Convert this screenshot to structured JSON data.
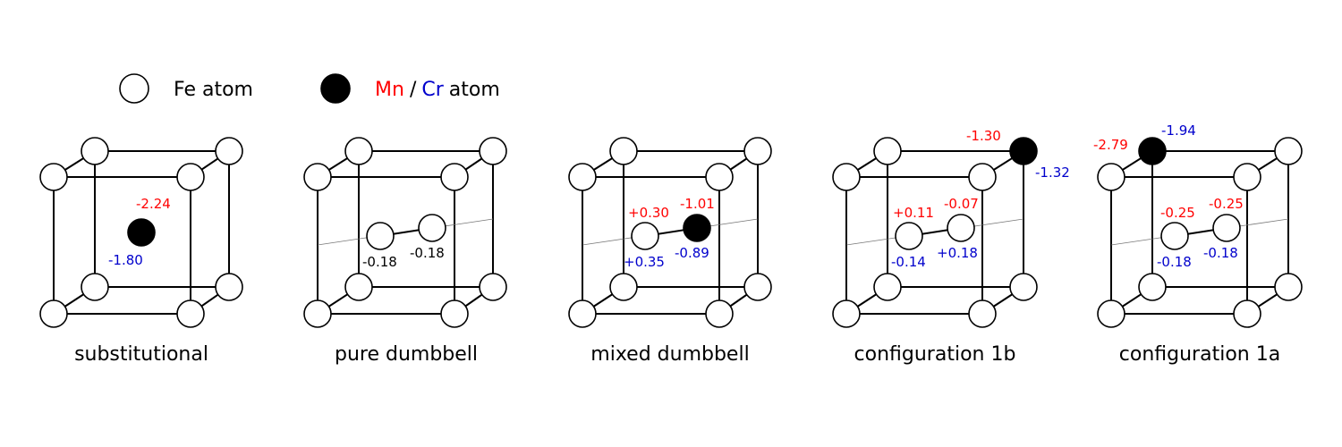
{
  "legend": {
    "fe_label": "Fe atom",
    "mn_label": "Mn",
    "slash": "/",
    "cr_label": "Cr",
    "atom_word": "atom"
  },
  "colors": {
    "mn": "#ff0000",
    "cr": "#0000cc",
    "neutral": "#000000"
  },
  "panels": [
    {
      "caption": "substitutional",
      "labels": [
        {
          "text": "-2.24",
          "color": "mn"
        },
        {
          "text": "-1.80",
          "color": "cr"
        }
      ]
    },
    {
      "caption": "pure dumbbell",
      "labels": [
        {
          "text": "-0.18",
          "color": "neutral"
        },
        {
          "text": "-0.18",
          "color": "neutral"
        }
      ]
    },
    {
      "caption": "mixed dumbbell",
      "labels": [
        {
          "text": "+0.30",
          "color": "mn"
        },
        {
          "text": "-1.01",
          "color": "mn"
        },
        {
          "text": "+0.35",
          "color": "cr"
        },
        {
          "text": "-0.89",
          "color": "cr"
        }
      ]
    },
    {
      "caption": "configuration 1b",
      "labels": [
        {
          "text": "-1.30",
          "color": "mn"
        },
        {
          "text": "-1.32",
          "color": "cr"
        },
        {
          "text": "+0.11",
          "color": "mn"
        },
        {
          "text": "-0.07",
          "color": "mn"
        },
        {
          "text": "-0.14",
          "color": "cr"
        },
        {
          "text": "+0.18",
          "color": "cr"
        }
      ]
    },
    {
      "caption": "configuration 1a",
      "labels": [
        {
          "text": "-2.79",
          "color": "mn"
        },
        {
          "text": "-1.94",
          "color": "cr"
        },
        {
          "text": "-0.25",
          "color": "mn"
        },
        {
          "text": "-0.25",
          "color": "mn"
        },
        {
          "text": "-0.18",
          "color": "cr"
        },
        {
          "text": "-0.18",
          "color": "cr"
        }
      ]
    }
  ]
}
